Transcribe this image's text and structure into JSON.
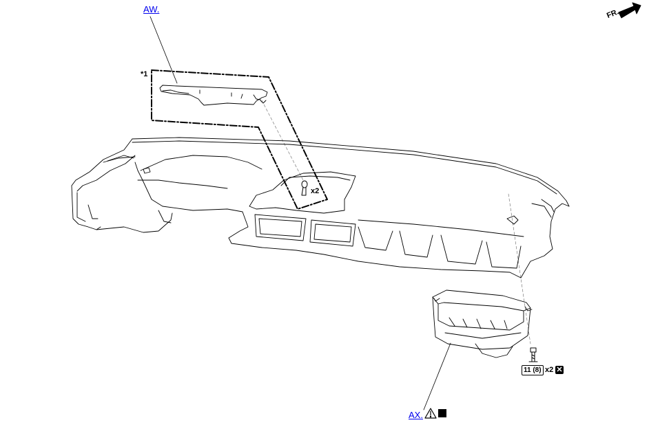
{
  "callouts": {
    "upper_link": "AW.",
    "lower_link": "AX."
  },
  "labels": {
    "star_one": "*1",
    "clip_count": "x2",
    "front": "FR.",
    "bolt_count": "x2"
  },
  "torque": {
    "value": "11 (8)"
  },
  "symbols": {
    "replace": "✕",
    "warning": "caution-triangle-icon"
  },
  "colors": {
    "line": "#000000",
    "link": "#0000ee"
  }
}
